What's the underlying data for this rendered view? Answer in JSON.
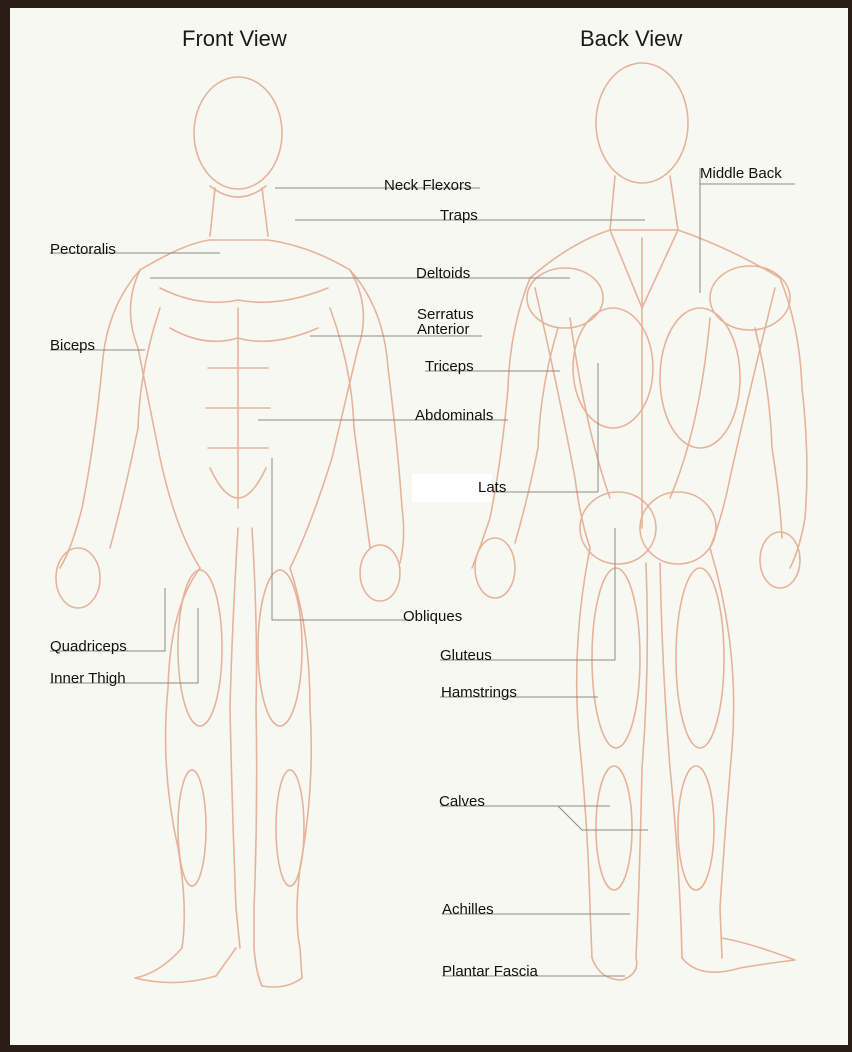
{
  "titles": {
    "front": "Front View",
    "back": "Back View"
  },
  "labels": {
    "neck_flexors": "Neck Flexors",
    "traps": "Traps",
    "middle_back": "Middle Back",
    "pectoralis": "Pectoralis",
    "deltoids": "Deltoids",
    "serratus_line1": "Serratus",
    "serratus_line2": "Anterior",
    "biceps": "Biceps",
    "triceps": "Triceps",
    "abdominals": "Abdominals",
    "lats": "Lats",
    "obliques": "Obliques",
    "quadriceps": "Quadriceps",
    "inner_thigh": "Inner Thigh",
    "gluteus": "Gluteus",
    "hamstrings": "Hamstrings",
    "calves": "Calves",
    "achilles": "Achilles",
    "plantar_fascia": "Plantar Fascia"
  },
  "colors": {
    "border": "#2a1d14",
    "background": "#f8f8f3",
    "muscle_stroke": "#e3a78a",
    "leader_line": "#8a8a8a"
  }
}
